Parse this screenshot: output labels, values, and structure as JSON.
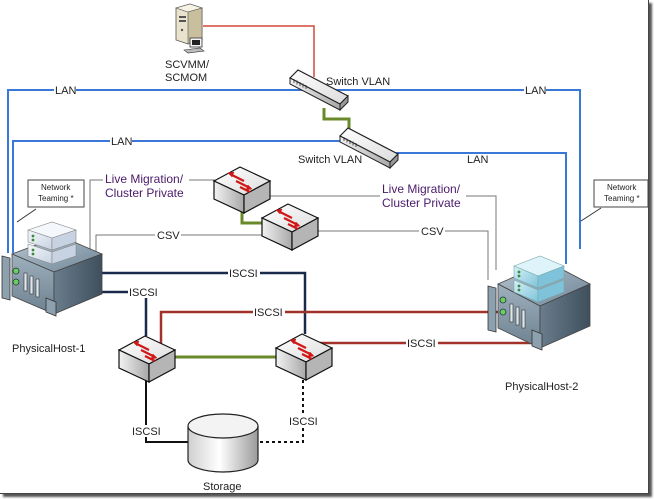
{
  "diagram": {
    "title": "Hyper-V Cluster Network Topology",
    "nodes": {
      "management_server": {
        "label_line1": "SCVMM/",
        "label_line2": "SCMOM"
      },
      "switch_vlan_1": {
        "label": "Switch VLAN"
      },
      "switch_vlan_2": {
        "label": "Switch VLAN"
      },
      "host1": {
        "label": "PhysicalHost-1"
      },
      "host2": {
        "label": "PhysicalHost-2"
      },
      "storage": {
        "label": "Storage"
      }
    },
    "callouts": {
      "teaming_left": {
        "line1": "Network",
        "line2": "Teaming *"
      },
      "teaming_right": {
        "line1": "Network",
        "line2": "Teaming *"
      }
    },
    "link_labels": {
      "lan_top_left": "LAN",
      "lan_top_right": "LAN",
      "lan_mid_left": "LAN",
      "lan_mid_right": "LAN",
      "live_migration_left_1": "Live Migration/",
      "live_migration_left_2": "Cluster Private",
      "live_migration_right_1": "Live Migration/",
      "live_migration_right_2": "Cluster Private",
      "csv_left": "CSV",
      "csv_right": "CSV",
      "iscsi_host1_top": "ISCSI",
      "iscsi_host1_switch": "ISCSI",
      "iscsi_red_top": "ISCSI",
      "iscsi_red_bottom": "ISCSI",
      "iscsi_storage_left": "ISCSI",
      "iscsi_storage_right": "ISCSI"
    },
    "colors": {
      "lan": "#3a78d8",
      "management": "#d24a3a",
      "interswitch": "#6a8a2a",
      "iscsi_navy": "#1a2a4a",
      "iscsi_red": "#a0322a",
      "cluster": "#777777",
      "storage_link": "#111111"
    }
  }
}
